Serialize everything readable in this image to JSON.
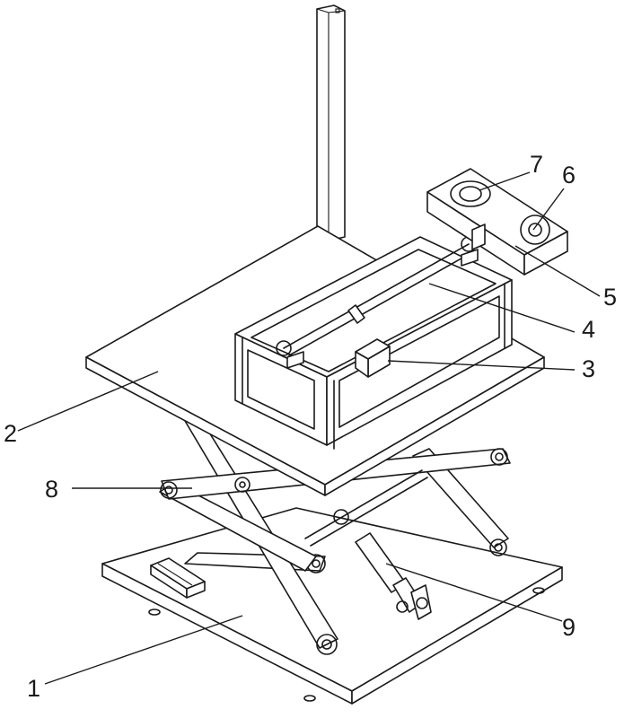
{
  "figure": {
    "callouts": [
      {
        "id": "c1",
        "label": "1"
      },
      {
        "id": "c2",
        "label": "2"
      },
      {
        "id": "c3",
        "label": "3"
      },
      {
        "id": "c4",
        "label": "4"
      },
      {
        "id": "c5",
        "label": "5"
      },
      {
        "id": "c6",
        "label": "6"
      },
      {
        "id": "c7",
        "label": "7"
      },
      {
        "id": "c8",
        "label": "8"
      },
      {
        "id": "c9",
        "label": "9"
      }
    ]
  }
}
